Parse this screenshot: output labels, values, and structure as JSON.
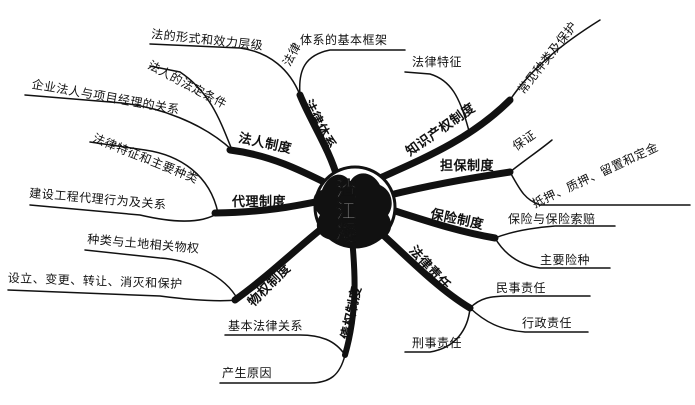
{
  "center": {
    "chars": [
      "渣",
      "江",
      "凝"
    ],
    "emblem_icon": "tribal-ornament-icon"
  },
  "branches": {
    "system": {
      "label": "法律体系",
      "children": [
        "体系的基本框架",
        "法的形式和效力层级"
      ],
      "child_prefix": "法律"
    },
    "legal_person": {
      "label": "法人制度",
      "children": [
        "法人的法定条件",
        "企业法人与项目经理的关系"
      ]
    },
    "agency": {
      "label": "代理制度",
      "children": [
        "法律特征和主要种类",
        "建设工程代理行为及关系"
      ]
    },
    "property": {
      "label": "物权制度",
      "children": [
        "种类与土地相关物权",
        "设立、变更、转让、消灭和保护"
      ]
    },
    "debt": {
      "label": "债权制度",
      "children": [
        "基本法律关系",
        "产生原因"
      ]
    },
    "ip": {
      "label": "知识产权制度",
      "children": [
        "法律特征",
        "常见种类及保护"
      ]
    },
    "guarantee": {
      "label": "担保制度",
      "children": [
        "保证",
        "抵押、质押、留置和定金"
      ]
    },
    "insurance": {
      "label": "保险制度",
      "children": [
        "保险与保险索赔",
        "主要险种"
      ]
    },
    "liability": {
      "label": "法律责任",
      "children": [
        "民事责任",
        "行政责任",
        "刑事责任"
      ]
    }
  }
}
